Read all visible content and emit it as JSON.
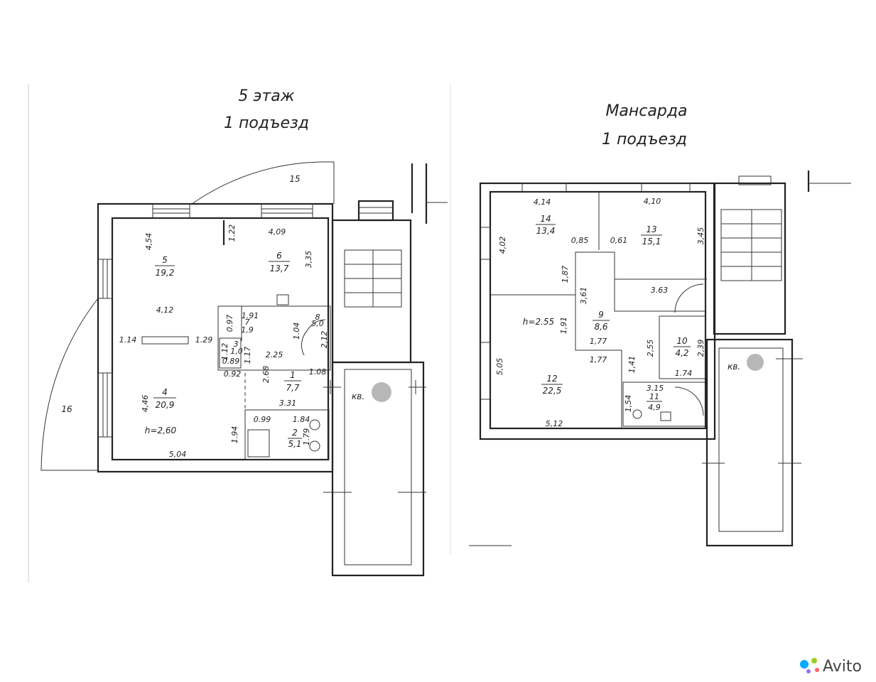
{
  "titles": {
    "floor5_line1": "5 этаж",
    "floor5_line2": "1 подъезд",
    "attic_line1": "Мансарда",
    "attic_line2": "1 подъезд"
  },
  "floor5": {
    "rooms": [
      {
        "num": "1",
        "area": "7,7"
      },
      {
        "num": "2",
        "area": "5,1"
      },
      {
        "num": "3",
        "area": "1,0"
      },
      {
        "num": "4",
        "area": "20,9"
      },
      {
        "num": "5",
        "area": "19,2"
      },
      {
        "num": "6",
        "area": "13,7"
      },
      {
        "num": "7",
        "area": "1,9"
      },
      {
        "num": "8",
        "area": "5,0"
      }
    ],
    "outdoor": {
      "balcony_top": "15",
      "balcony_left": "16"
    },
    "height": "h=2,60",
    "apt_label": "кв.",
    "dims": {
      "d454": "4,54",
      "d122": "1.22",
      "d409": "4,09",
      "d335": "3,35",
      "d412": "4,12",
      "d114": "1.14",
      "d129": "1.29",
      "d097": "0.97",
      "d191": "1.91",
      "d104": "1.04",
      "d212": "2,12",
      "d112": "1.12",
      "d117": "1.17",
      "d089": "0.89",
      "d092": "0.92",
      "d225": "2.25",
      "d268": "2.68",
      "d108": "1.08",
      "d446": "4,46",
      "d331": "3.31",
      "d099": "0.99",
      "d184": "1.84",
      "d179": "1.79",
      "d194": "1.94",
      "d504": "5,04"
    }
  },
  "attic": {
    "rooms": [
      {
        "num": "9",
        "area": "8,6"
      },
      {
        "num": "10",
        "area": "4,2"
      },
      {
        "num": "11",
        "area": "4,9"
      },
      {
        "num": "12",
        "area": "22,5"
      },
      {
        "num": "13",
        "area": "15,1"
      },
      {
        "num": "14",
        "area": "13,4"
      }
    ],
    "height": "h=2.55",
    "apt_label": "кв.",
    "dims": {
      "d414": "4,14",
      "d410": "4,10",
      "d402": "4,02",
      "d345": "3,45",
      "d085": "0,85",
      "d061": "0,61",
      "d187": "1,87",
      "d361": "3,61",
      "d363": "3.63",
      "d191": "1,91",
      "d177a": "1,77",
      "d177b": "1,77",
      "d255": "2,55",
      "d239": "2,39",
      "d141": "1,41",
      "d174": "1.74",
      "d505": "5,05",
      "d315": "3.15",
      "d154": "1,54",
      "d512": "5,12"
    }
  },
  "watermark": "Avito",
  "colors": {
    "ink": "#222222",
    "accent": "#00aaff",
    "blur": "#aaaaaa"
  }
}
